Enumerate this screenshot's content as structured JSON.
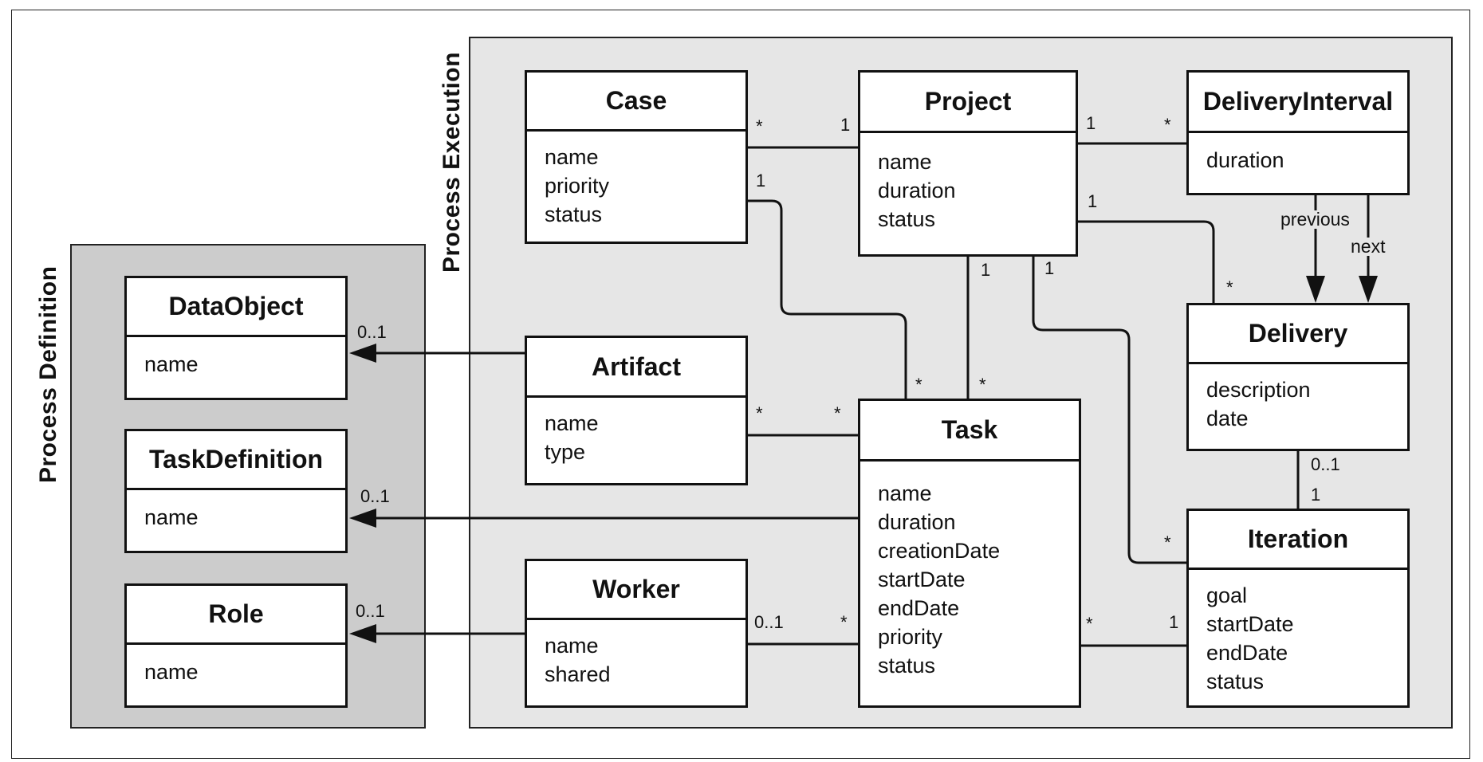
{
  "packages": {
    "definition": {
      "title": "Process Definition"
    },
    "execution": {
      "title": "Process Execution"
    }
  },
  "classes": {
    "data_object": {
      "name": "DataObject",
      "attributes": [
        "name"
      ]
    },
    "task_definition": {
      "name": "TaskDefinition",
      "attributes": [
        "name"
      ]
    },
    "role": {
      "name": "Role",
      "attributes": [
        "name"
      ]
    },
    "case": {
      "name": "Case",
      "attributes": [
        "name",
        "priority",
        "status"
      ]
    },
    "project": {
      "name": "Project",
      "attributes": [
        "name",
        "duration",
        "status"
      ]
    },
    "delivery_interval": {
      "name": "DeliveryInterval",
      "attributes": [
        "duration"
      ]
    },
    "artifact": {
      "name": "Artifact",
      "attributes": [
        "name",
        "type"
      ]
    },
    "task": {
      "name": "Task",
      "attributes": [
        "name",
        "duration",
        "creationDate",
        "startDate",
        "endDate",
        "priority",
        "status"
      ]
    },
    "delivery": {
      "name": "Delivery",
      "attributes": [
        "description",
        "date"
      ]
    },
    "worker": {
      "name": "Worker",
      "attributes": [
        "name",
        "shared"
      ]
    },
    "iteration": {
      "name": "Iteration",
      "attributes": [
        "goal",
        "startDate",
        "endDate",
        "status"
      ]
    }
  },
  "multiplicities": {
    "case_project_case": "*",
    "case_project_project": "1",
    "case_task_case": "1",
    "case_task_task": "*",
    "project_interval_project": "1",
    "project_interval_interval": "*",
    "project_delivery_project": "1",
    "project_delivery_delivery": "*",
    "project_task_project": "1",
    "project_task_task": "*",
    "project_iteration_project": "1",
    "project_iteration_iteration": "*",
    "artifact_task_artifact": "*",
    "artifact_task_task": "*",
    "artifact_dataobject": "0..1",
    "task_taskdefinition": "0..1",
    "worker_role": "0..1",
    "worker_task_worker": "0..1",
    "worker_task_task": "*",
    "task_iteration_task": "*",
    "task_iteration_iteration": "1",
    "delivery_iteration_delivery": "0..1",
    "delivery_iteration_iteration": "1"
  },
  "role_labels": {
    "previous": "previous",
    "next": "next"
  }
}
